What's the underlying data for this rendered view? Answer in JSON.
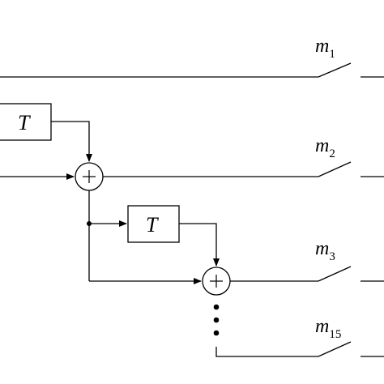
{
  "delay_label": "T",
  "outputs": [
    {
      "var": "m",
      "sub": "1"
    },
    {
      "var": "m",
      "sub": "2"
    },
    {
      "var": "m",
      "sub": "3"
    },
    {
      "var": "m",
      "sub": "15"
    }
  ]
}
